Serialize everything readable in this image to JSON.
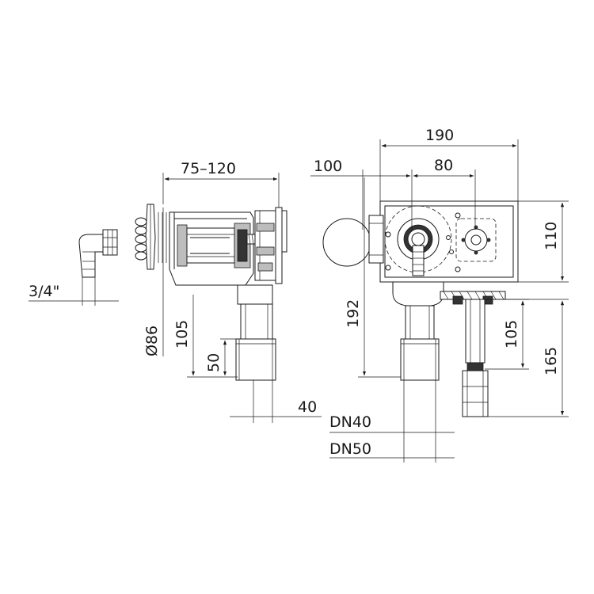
{
  "dimensions": {
    "d190": "190",
    "d80": "80",
    "d100": "100",
    "d75_120": "75–120",
    "d110": "110",
    "d192": "192",
    "d105_left": "105",
    "d105_right": "105",
    "d165": "165",
    "d86": "Ø86",
    "d50": "50",
    "d40": "40",
    "d3_4": "3/4\"",
    "dn40": "DN40",
    "dn50": "DN50"
  }
}
